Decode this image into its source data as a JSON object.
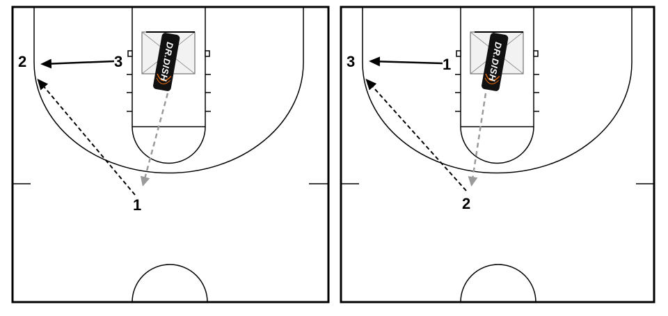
{
  "diagrams": [
    {
      "players": {
        "p1": "1",
        "p2": "2",
        "p3": "3"
      },
      "machine_label": "DR.DISH"
    },
    {
      "players": {
        "p1": "1",
        "p2": "2",
        "p3": "3"
      },
      "machine_label": "DR.DISH"
    }
  ],
  "colors": {
    "court_line": "#000000",
    "pass_path": "#000000",
    "machine_pass": "#9a9a9a",
    "machine_body": "#111111",
    "machine_accent": "#e06a10"
  },
  "icons": [
    "passing-machine-icon",
    "basketball-hoop-icon"
  ]
}
